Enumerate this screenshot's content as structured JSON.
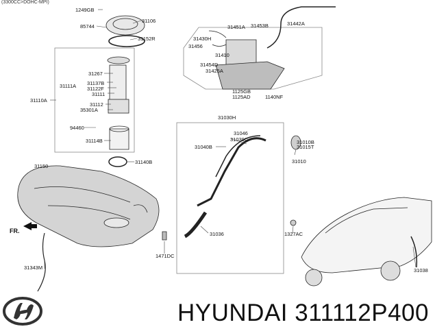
{
  "header": {
    "variant": "(3300CC>DOHC-MPI)"
  },
  "parts": {
    "p1249GB": "1249GB",
    "p31106": "31106",
    "p85744": "85744",
    "p31152R": "31152R",
    "p31267": "31267",
    "p31111A": "31111A",
    "p31137B": "31137B",
    "p31122F": "31122F",
    "p31111": "31111",
    "p31110A": "31110A",
    "p31112": "31112",
    "p35301A": "35301A",
    "p94460": "94460",
    "p31114B": "31114B",
    "p31451A": "31451A",
    "p31453B": "31453B",
    "p31442A": "31442A",
    "p31430H": "31430H",
    "p31456": "31456",
    "p31410": "31410",
    "p31454D": "31454D",
    "p31425A": "31425A",
    "p1125GB": "1125GB",
    "p1125AD": "1125AD",
    "p1140NF": "1140NF",
    "p31030H": "31030H",
    "p31046": "31046",
    "p31039C": "31039C",
    "p31040B": "31040B",
    "p31010B": "31010B",
    "p31015T": "31015T",
    "p31010": "31010",
    "p31150": "31150",
    "p31140B": "31140B",
    "p31036": "31036",
    "p1327AC": "1327AC",
    "p1471DC": "1471DC",
    "p31343M": "31343M",
    "p31038": "31038"
  },
  "front_marker": "FR.",
  "footer": {
    "brand_part": "HYUNDAI 311112P400"
  },
  "colors": {
    "ink": "#1a1a1a",
    "frame": "#8a8a8a",
    "brand": "#333333"
  }
}
